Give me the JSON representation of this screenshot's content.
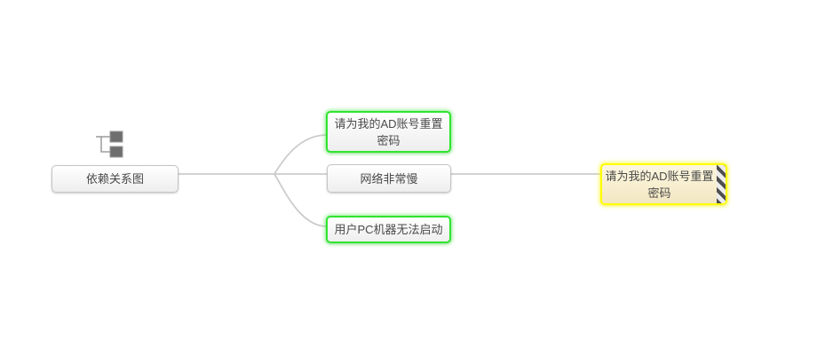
{
  "diagram": {
    "title": "依赖关系图",
    "type": "mindmap-dependency-graph",
    "background": "#ffffff",
    "root_icon": "tree-hierarchy-icon",
    "nodes": {
      "root": {
        "label": "依赖关系图",
        "state": "default"
      },
      "child1": {
        "label": "请为我的AD账号重置密码",
        "state": "highlight-green"
      },
      "child2": {
        "label": "网络非常慢",
        "state": "default"
      },
      "child3": {
        "label": "用户PC机器无法启动",
        "state": "highlight-green"
      },
      "linked": {
        "label": "请为我的AD账号重置密码",
        "state": "selected-hazard"
      }
    },
    "edges": [
      {
        "from": "root",
        "to": "child1"
      },
      {
        "from": "root",
        "to": "child2"
      },
      {
        "from": "root",
        "to": "child3"
      },
      {
        "from": "child2",
        "to": "linked"
      }
    ],
    "colors": {
      "node_border_default": "#c4c4c4",
      "node_border_highlight": "#30e430",
      "node_border_selected": "#ffff00",
      "node_bg_selected": "#f7edd0",
      "connector": "#cccccc",
      "text": "#4a4a4a",
      "hazard_dark": "#4f4f4f",
      "hazard_light": "#ececec"
    }
  }
}
